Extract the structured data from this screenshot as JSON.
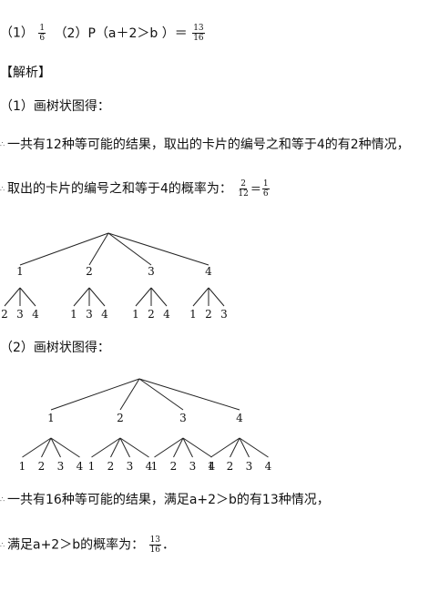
{
  "answer": {
    "part1_label": "（1）",
    "part1_frac": {
      "num": "1",
      "den": "6"
    },
    "part2_label": "（2）P（a＋2＞b ）＝",
    "part2_frac": {
      "num": "13",
      "den": "16"
    }
  },
  "analysis_title": "【解析】",
  "part1": {
    "heading": "（1）画树状图得：",
    "bullet": "∴",
    "sentence": "一共有12种等可能的结果，取出的卡片的编号之和等于4的有2种情况，",
    "prob_text": "取出的卡片的编号之和等于4的概率为：",
    "prob_frac_a": {
      "num": "2",
      "den": "12"
    },
    "eq": "＝",
    "prob_frac_b": {
      "num": "1",
      "den": "6"
    },
    "tree": {
      "level1": [
        "1",
        "2",
        "3",
        "4"
      ],
      "level2": [
        [
          "2",
          "3",
          "4"
        ],
        [
          "1",
          "3",
          "4"
        ],
        [
          "1",
          "2",
          "4"
        ],
        [
          "1",
          "2",
          "3"
        ]
      ]
    }
  },
  "part2": {
    "heading": "（2）画树状图得：",
    "bullet": "∴",
    "sentence": "一共有16种等可能的结果，满足a+2＞b的有13种情况，",
    "prob_text": "满足a+2＞b的概率为：",
    "prob_frac": {
      "num": "13",
      "den": "16"
    },
    "end": "．",
    "tree": {
      "level1": [
        "1",
        "2",
        "3",
        "4"
      ],
      "level2": [
        [
          "1",
          "2",
          "3",
          "4"
        ],
        [
          "1",
          "2",
          "3",
          "4"
        ],
        [
          "1",
          "2",
          "3",
          "4"
        ],
        [
          "1",
          "2",
          "3",
          "4"
        ]
      ]
    }
  }
}
